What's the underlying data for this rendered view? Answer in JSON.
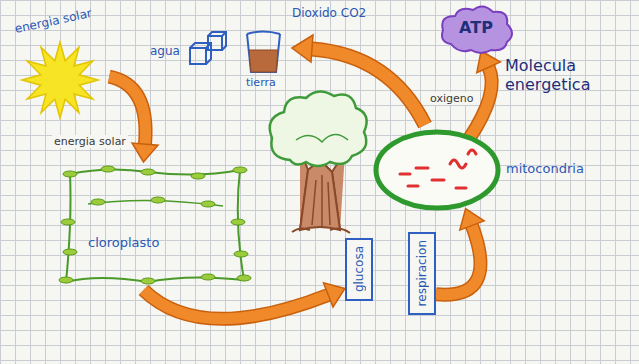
{
  "diagram": {
    "nodes": [
      {
        "text": [
          "energia solar"
        ]
      },
      {
        "text": [
          "ATP"
        ]
      },
      {
        "text": [
          "mitocondria"
        ]
      },
      {
        "text": [
          "cloroplasto"
        ]
      },
      {
        "text": [
          "glucosa"
        ]
      },
      {
        "text": [
          "respiracion"
        ]
      }
    ],
    "edges": [
      {
        "from": 0,
        "to": 3,
        "arrow": "to",
        "label": "energia solar"
      },
      {
        "from": 3,
        "to": 4,
        "arrow": "to"
      },
      {
        "from": 5,
        "to": 2,
        "arrow": "to"
      },
      {
        "from": 2,
        "to": 1,
        "arrow": "to",
        "label": "oxigeno"
      }
    ],
    "labels": [
      "agua",
      "tierra",
      "Dioxido CO2",
      "Molecula energetica"
    ]
  }
}
